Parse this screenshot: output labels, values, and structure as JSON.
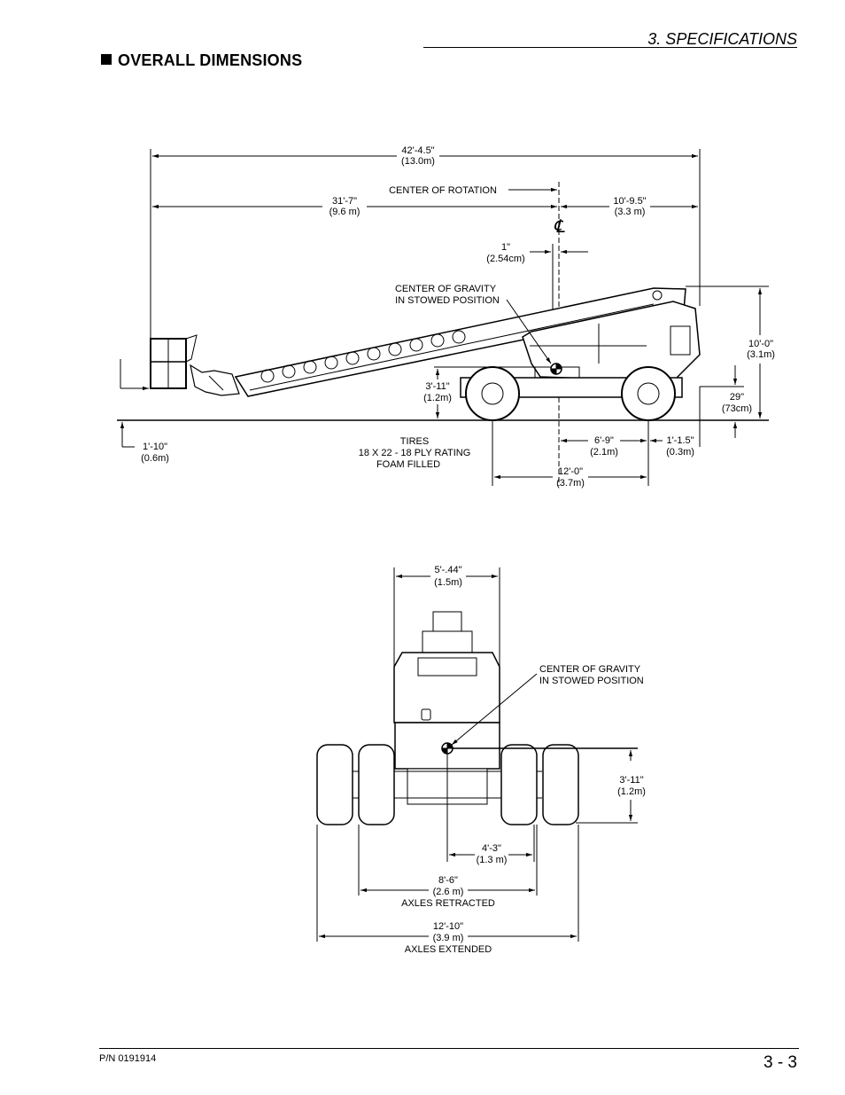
{
  "header": {
    "section": "3. SPECIFICATIONS",
    "title": "OVERALL DIMENSIONS"
  },
  "side_view": {
    "overall_length": "42'-4.5\"",
    "overall_length_m": "(13.0m)",
    "rear_length": "31'-7\"",
    "rear_length_m": "(9.6 m)",
    "center_of_rotation": "CENTER OF ROTATION",
    "front_length": "10'-9.5\"",
    "front_length_m": "(3.3 m)",
    "cl_symbol": "℄",
    "offset": "1\"",
    "offset_cm": "(2.54cm)",
    "cog_line1": "CENTER OF GRAVITY",
    "cog_line2": "IN STOWED POSITION",
    "height": "10'-0\"",
    "height_m": "(3.1m)",
    "cog_height": "3'-11\"",
    "cog_height_m": "(1.2m)",
    "ground_clear": "29\"",
    "ground_clear_cm": "(73cm)",
    "platform_height": "1'-10\"",
    "platform_height_m": "(0.6m)",
    "tires_line1": "TIRES",
    "tires_line2": "18 X 22 - 18 PLY RATING",
    "tires_line3": "FOAM FILLED",
    "cor_to_axle": "6'-9\"",
    "cor_to_axle_m": "(2.1m)",
    "front_overhang": "1'-1.5\"",
    "front_overhang_m": "(0.3m)",
    "wheelbase": "12'-0\"",
    "wheelbase_m": "(3.7m)"
  },
  "rear_view": {
    "width": "5'-.44\"",
    "width_m": "(1.5m)",
    "cog_line1": "CENTER OF GRAVITY",
    "cog_line2": "IN STOWED POSITION",
    "cog_height": "3'-11\"",
    "cog_height_m": "(1.2m)",
    "cog_offset": "4'-3\"",
    "cog_offset_m": "(1.3 m)",
    "retracted": "8'-6\"",
    "retracted_m": "(2.6 m)",
    "retracted_label": "AXLES RETRACTED",
    "extended": "12'-10\"",
    "extended_m": "(3.9 m)",
    "extended_label": "AXLES EXTENDED"
  },
  "footer": {
    "part_number": "P/N 0191914",
    "page": "3 - 3"
  }
}
